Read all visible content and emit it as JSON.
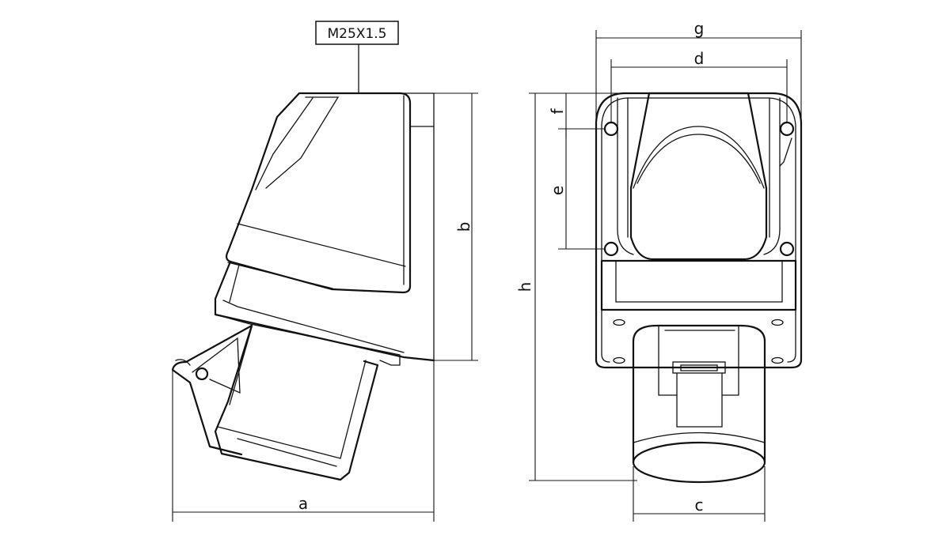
{
  "thread_label": "M25X1.5",
  "dimensions": {
    "a": "a",
    "b": "b",
    "c": "c",
    "d": "d",
    "e": "e",
    "f": "f",
    "g": "g",
    "h": "h"
  }
}
